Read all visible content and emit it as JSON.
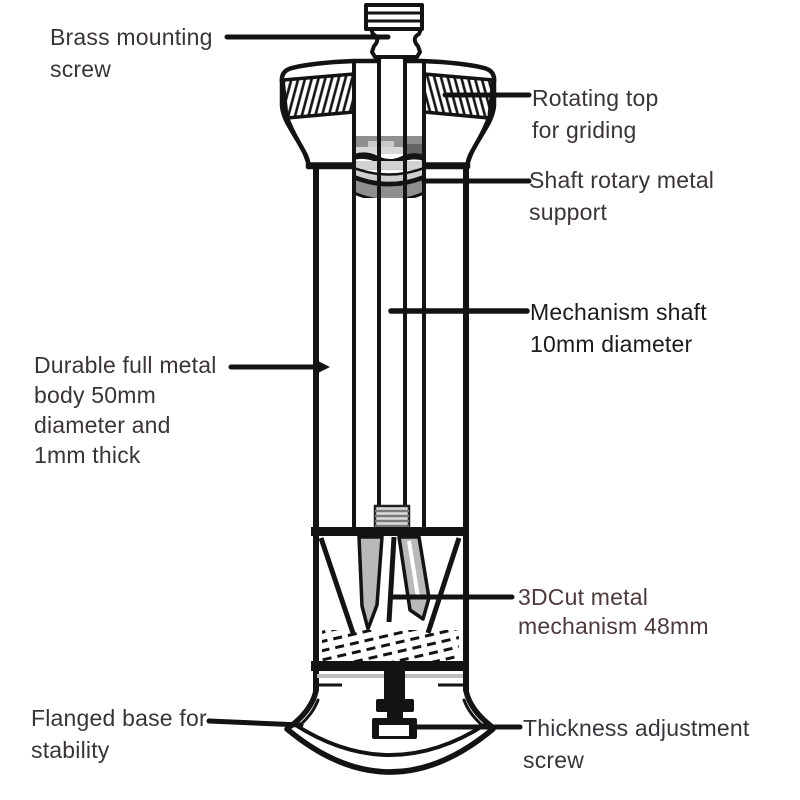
{
  "diagram": {
    "subject": "manual grinder cutaway with part annotations",
    "palette": {
      "line": "#131313",
      "support_gray": "#8f8f8f",
      "support_light": "#d8d8d8",
      "blade_gray": "#b9b9b9",
      "label_ink": "#3b3436",
      "background": "#ffffff"
    },
    "labels": {
      "brass_screw": "Brass mounting\nscrew",
      "rotating_top": "Rotating top\nfor griding",
      "shaft_support": "Shaft rotary metal\nsupport",
      "mechanism_shaft": "Mechanism shaft\n10mm diameter",
      "metal_body": "Durable full metal\nbody 50mm\ndiameter and\n1mm thick",
      "cut_mechanism": "3DCut metal\nmechanism 48mm",
      "flanged_base": "Flanged base for\nstability",
      "thickness_screw": "Thickness adjustment\nscrew"
    }
  }
}
